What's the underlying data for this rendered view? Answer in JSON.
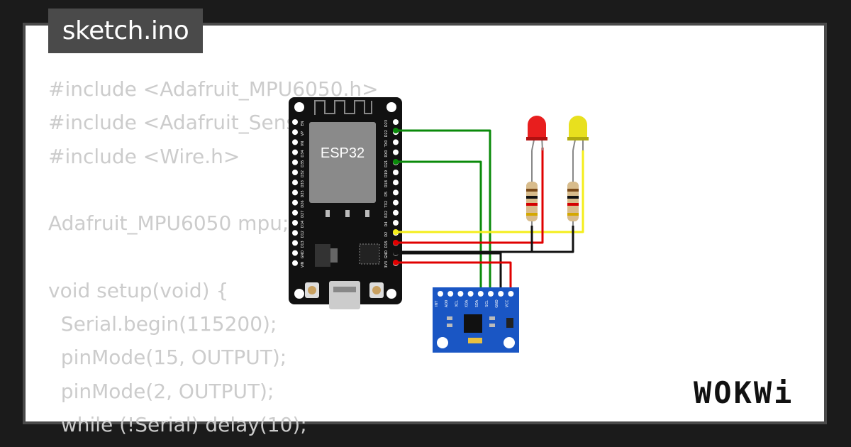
{
  "tab": {
    "filename": "sketch.ino"
  },
  "code_lines": [
    "#include <Adafruit_MPU6050.h>",
    "#include <Adafruit_Sensor.h>",
    "#include <Wire.h>",
    "",
    "Adafruit_MPU6050 mpu;",
    "",
    "void setup(void) {",
    "  Serial.begin(115200);",
    "  pinMode(15, OUTPUT);",
    "  pinMode(2, OUTPUT);",
    "  while (!Serial) delay(10);"
  ],
  "esp32": {
    "label": "ESP32",
    "left_pins": [
      "EN",
      "VP",
      "VN",
      "D34",
      "D35",
      "D32",
      "D33",
      "D25",
      "D26",
      "D27",
      "D14",
      "D12",
      "D13",
      "GND",
      "VIN"
    ],
    "right_pins": [
      "D23",
      "D22",
      "TX0",
      "RX0",
      "D21",
      "D19",
      "D18",
      "D5",
      "TX2",
      "RX2",
      "D4",
      "D2",
      "D15",
      "GND",
      "3V3"
    ]
  },
  "mpu6050": {
    "pins": [
      "INT",
      "AD0",
      "XCL",
      "XDA",
      "SDA",
      "SCL",
      "GND",
      "VCC"
    ]
  },
  "leds": [
    {
      "color_name": "red",
      "color": "#e81e1e"
    },
    {
      "color_name": "yellow",
      "color": "#e8e01e"
    }
  ],
  "wires": {
    "colors": {
      "green": "#0a8a0a",
      "yellow": "#f4ee1a",
      "red": "#e00000",
      "black": "#111111"
    }
  },
  "brand": {
    "logo": "WOKWi"
  }
}
